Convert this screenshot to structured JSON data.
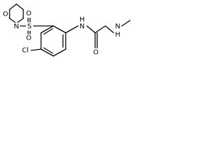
{
  "molecule": {
    "atoms": {
      "morpholine_oxygen": "O",
      "morpholine_nitrogen": "N",
      "sulfonyl_sulfur": "S",
      "sulfonyl_oxygen_top": "O",
      "sulfonyl_oxygen_bottom": "O",
      "chlorine": "Cl",
      "amide_nitrogen_hydrogen": "H",
      "amide_nitrogen": "N",
      "amide_oxygen": "O",
      "amine_nitrogen_hydrogen": "H",
      "amine_nitrogen": "N"
    }
  }
}
